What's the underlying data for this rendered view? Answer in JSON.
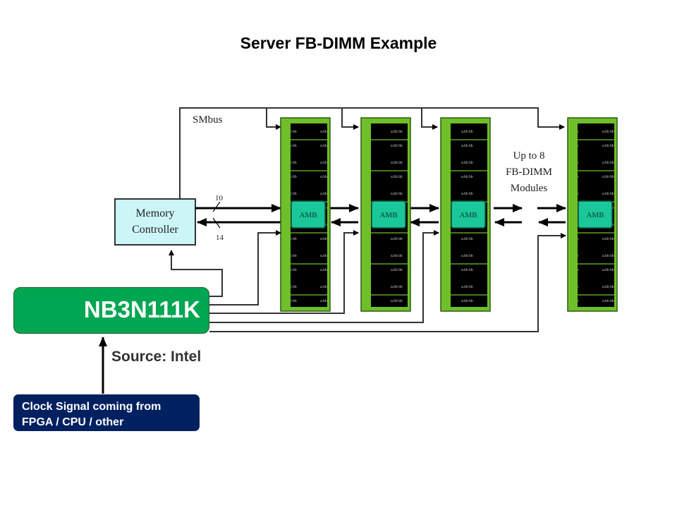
{
  "title": "Server FB-DIMM Example",
  "diagram": {
    "smbus_label": "SMbus",
    "memory_controller": {
      "line1": "Memory",
      "line2": "Controller"
    },
    "bus_widths": {
      "southbound": "10",
      "northbound": "14"
    },
    "modules_note": {
      "line1": "Up to 8",
      "line2": "FB-DIMM",
      "line3": "Modules"
    },
    "dimm_modules": [
      {
        "chip_label": "AMB"
      },
      {
        "chip_label": "AMB"
      },
      {
        "chip_label": "AMB"
      },
      {
        "chip_label": "AMB"
      }
    ]
  },
  "clock_chip": {
    "label": "NB3N111K"
  },
  "source_label": "Source: Intel",
  "clock_input": {
    "line1": "Clock Signal coming from",
    "line2": "FPGA / CPU / other"
  },
  "colors": {
    "clock_chip_fill": "#00a651",
    "clock_input_fill": "#002060",
    "memory_controller_fill": "#ccf5f7",
    "amb_fill": "#19c79a",
    "dimm_pcb": "#6fbf2a"
  }
}
